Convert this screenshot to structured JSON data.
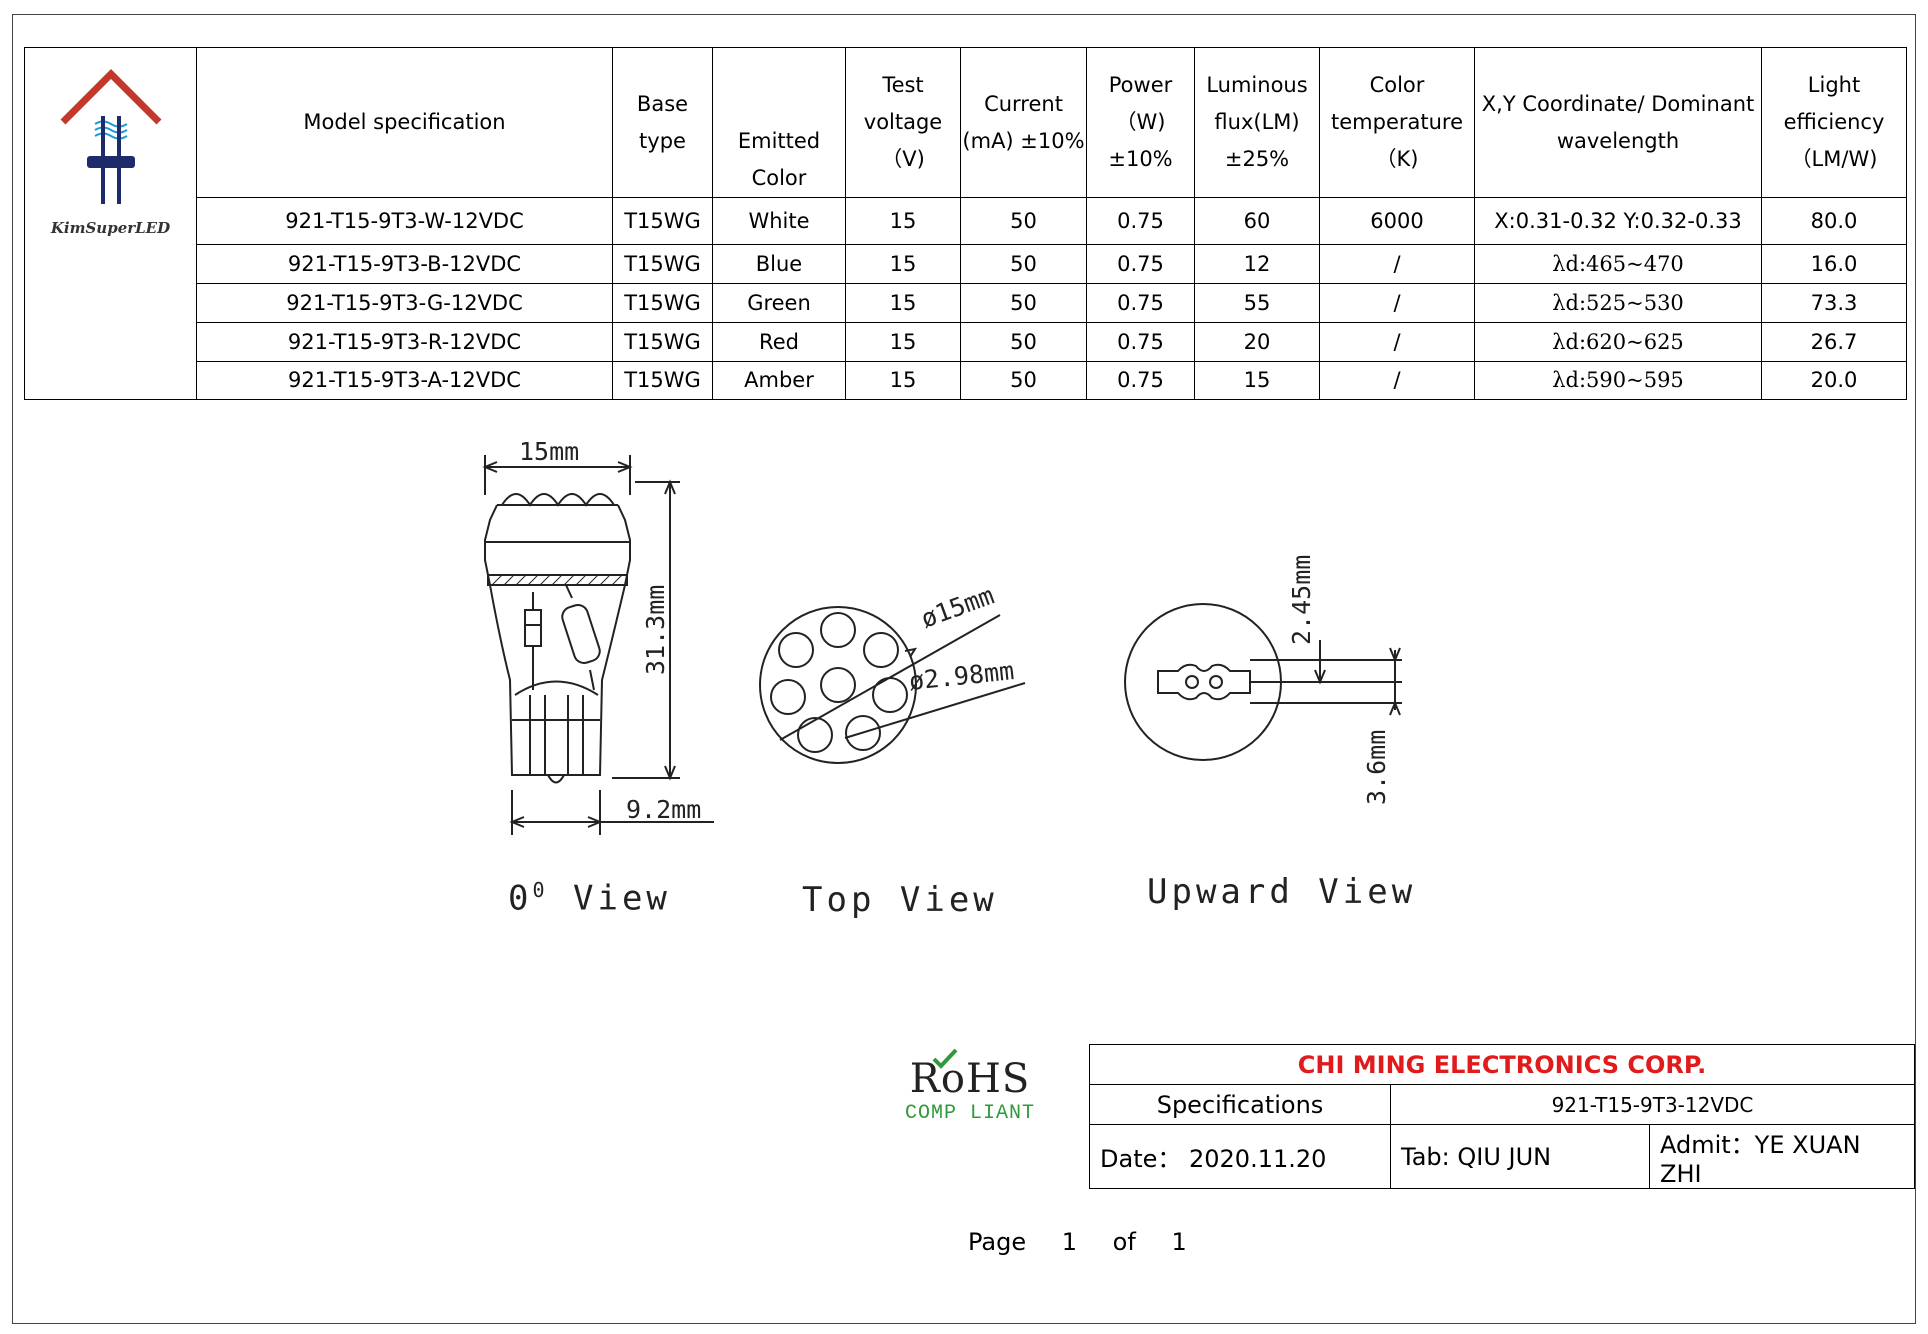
{
  "logo": {
    "brand_text": "KimSuperLED"
  },
  "table": {
    "headers": [
      "Model specification",
      "Base type",
      "Emitted Color",
      "Test voltage （V)",
      "Current (mA) ±10%",
      "Power （W) ±10%",
      "Luminous flux(LM) ±25%",
      "Color temperature （K)",
      "X,Y Coordinate/ Dominant wavelength",
      "Light efficiency （LM/W)"
    ],
    "rows": [
      [
        "921-T15-9T3-W-12VDC",
        "T15WG",
        "White",
        "15",
        "50",
        "0.75",
        "60",
        "6000",
        "X:0.31-0.32    Y:0.32-0.33",
        "80.0"
      ],
      [
        "921-T15-9T3-B-12VDC",
        "T15WG",
        "Blue",
        "15",
        "50",
        "0.75",
        "12",
        "/",
        "λd:465~470",
        "16.0"
      ],
      [
        "921-T15-9T3-G-12VDC",
        "T15WG",
        "Green",
        "15",
        "50",
        "0.75",
        "55",
        "/",
        "λd:525~530",
        "73.3"
      ],
      [
        "921-T15-9T3-R-12VDC",
        "T15WG",
        "Red",
        "15",
        "50",
        "0.75",
        "20",
        "/",
        "λd:620~625",
        "26.7"
      ],
      [
        "921-T15-9T3-A-12VDC",
        "T15WG",
        "Amber",
        "15",
        "50",
        "0.75",
        "15",
        "/",
        "λd:590~595",
        "20.0"
      ]
    ]
  },
  "drawing": {
    "dims": {
      "width": "15mm",
      "height": "31.3mm",
      "base_width": "9.2mm",
      "diameter": "ø15mm",
      "led_diameter": "ø2.98mm",
      "upper": "2.45mm",
      "lower": "3.6mm"
    },
    "views": {
      "side": {
        "prefix": "0",
        "sup": "0",
        "suffix": " View"
      },
      "top": "Top View",
      "upward": "Upward View"
    }
  },
  "rohs": {
    "mark": "RoHS",
    "check_letter": "o",
    "sub": "COMP LIANT"
  },
  "title_block": {
    "company": "CHI MING ELECTRONICS CORP.",
    "spec_label": "Specifications",
    "spec_value": "921-T15-9T3-12VDC",
    "date": "Date：  2020.11.20",
    "tab": "Tab:   QIU JUN",
    "admit": "Admit：YE XUAN ZHI"
  },
  "page": {
    "label": "Page",
    "current": "1",
    "of": "of",
    "total": "1"
  },
  "colors": {
    "company_red": "#e11b1b",
    "rohs_green": "#2e9a3a",
    "logo_red": "#c0392b",
    "logo_navy": "#1f2a6b"
  }
}
